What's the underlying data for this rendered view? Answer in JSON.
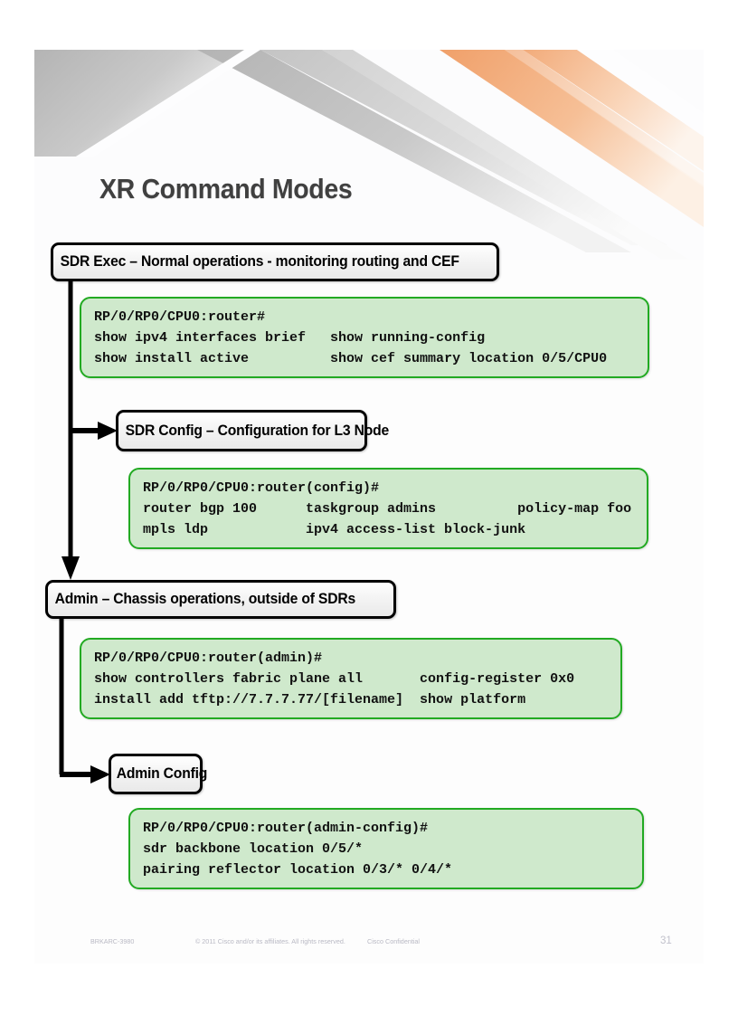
{
  "slide": {
    "title": "XR Command Modes",
    "page_number": "31"
  },
  "theme": {
    "stripe_gray": "#b8b8b8",
    "stripe_gray_light": "#d8d8d8",
    "stripe_orange": "#f0a06a",
    "stripe_orange_light": "#f7c9a8",
    "code_border": "#22aa22",
    "code_fill": "#cfe9cc",
    "box_border": "#000000",
    "title_color": "#404040",
    "footer_color": "#b9b9c4"
  },
  "modes": [
    {
      "id": "sdr-exec",
      "label": "SDR Exec – Normal operations - monitoring routing and CEF",
      "prompt": "RP/0/RP0/CPU0:router#",
      "commands": [
        "show ipv4 interfaces brief   show running-config",
        "show install active          show cef summary location 0/5/CPU0"
      ]
    },
    {
      "id": "sdr-config",
      "label": "SDR Config – Configuration for L3 Node",
      "prompt": "RP/0/RP0/CPU0:router(config)#",
      "commands": [
        "router bgp 100      taskgroup admins          policy-map foo",
        "mpls ldp            ipv4 access-list block-junk"
      ]
    },
    {
      "id": "admin",
      "label": "Admin – Chassis operations, outside of SDRs",
      "prompt": "RP/0/RP0/CPU0:router(admin)#",
      "commands": [
        "show controllers fabric plane all       config-register 0x0",
        "install add tftp://7.7.7.77/[filename]  show platform"
      ]
    },
    {
      "id": "admin-config",
      "label": "Admin Config",
      "prompt": "RP/0/RP0/CPU0:router(admin-config)#",
      "commands": [
        "sdr backbone location 0/5/*",
        "pairing reflector location 0/3/* 0/4/*"
      ]
    }
  ],
  "footer": {
    "session_id": "BRKARC-3980",
    "copyright": "© 2011 Cisco and/or its affiliates. All rights reserved.",
    "confidentiality": "Cisco Confidential",
    "page_number": "31"
  }
}
